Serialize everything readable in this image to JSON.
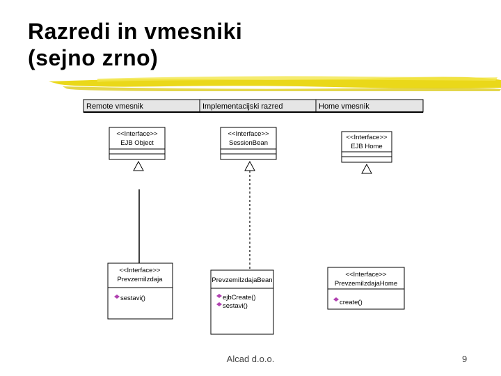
{
  "slide": {
    "title_line1": "Razredi in vmesniki",
    "title_line2": "(sejno zrno)",
    "footer_text": "Alcad d.o.o.",
    "page_number": "9"
  },
  "columns": {
    "remote": "Remote vmesnik",
    "impl": "Implementacijski razred",
    "home": "Home vmesnik"
  },
  "boxes": {
    "ejb_object": {
      "line1": "<<Interface>>",
      "line2": "EJB Object"
    },
    "session_bean": {
      "line1": "<<Interface>>",
      "line2": "SessionBean"
    },
    "ejb_home": {
      "line1": "<<Interface>>",
      "line2": "EJB Home"
    },
    "prevzemi_izdaja": {
      "line1": "<<Interface>>",
      "line2": "PrevzemiIzdaja",
      "method1": "sestavi()"
    },
    "prevzemi_bean": {
      "line1": "PrevzemiIzdajaBean",
      "method1": "ejbCreate()",
      "method2": "sestavi()"
    },
    "prevzemi_home": {
      "line1": "<<Interface>>",
      "line2": "PrevzemiIzdajaHome",
      "method1": "create()"
    }
  },
  "colors": {
    "highlight": "#e8d400",
    "header_fill": "#e6e6e6",
    "method_icon": "#b040b0"
  }
}
